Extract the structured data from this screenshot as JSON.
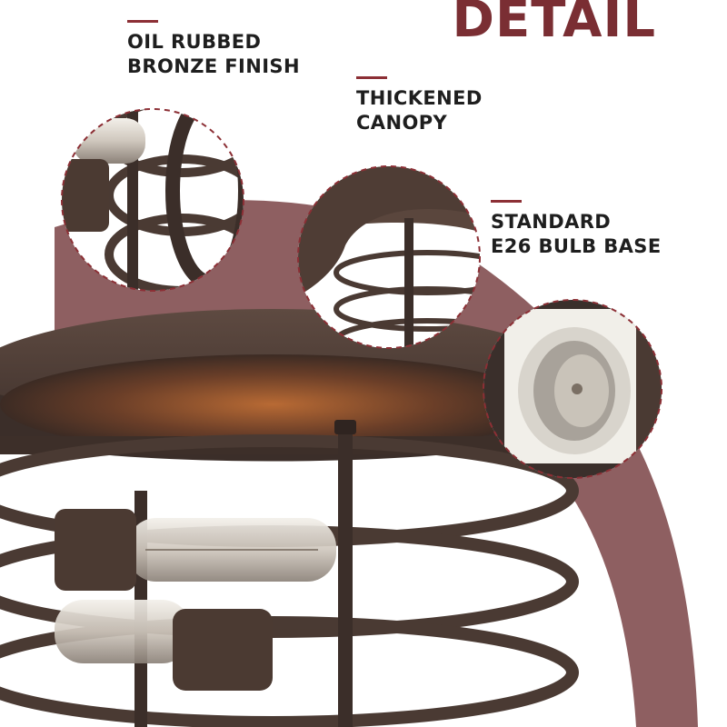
{
  "title": "DETAIL",
  "callouts": [
    {
      "line1": "OIL RUBBED",
      "line2": "BRONZE FINISH"
    },
    {
      "line1": "THICKENED",
      "line2": "CANOPY"
    },
    {
      "line1": "STANDARD",
      "line2": "E26 BULB BASE"
    }
  ],
  "colors": {
    "accent": "#8c2f35",
    "background_arc": "#8e5f61",
    "bronze": "#4f3d35"
  }
}
